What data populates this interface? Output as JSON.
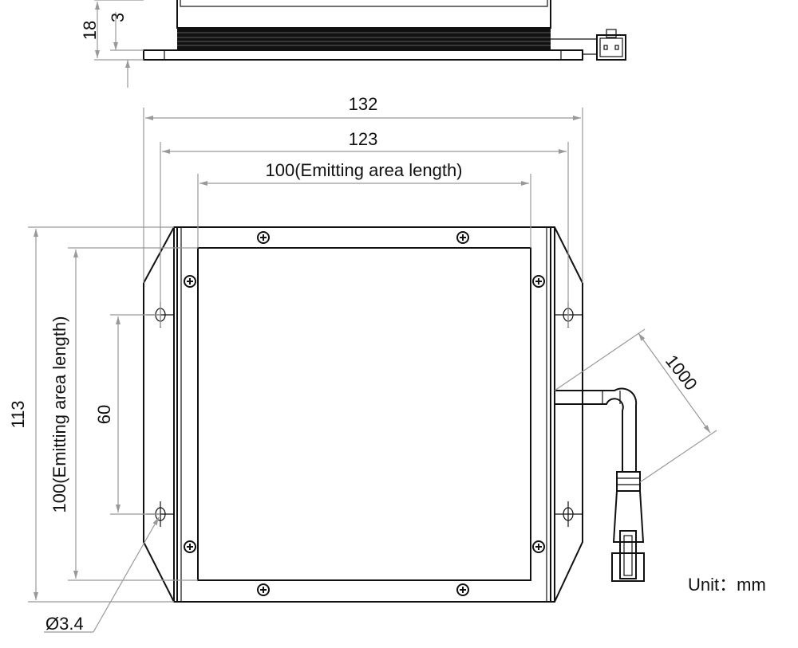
{
  "drawing": {
    "side_view": {
      "height_total": "18",
      "flange_thickness": "3"
    },
    "front_view": {
      "width_overall": "132",
      "hole_pitch_horizontal": "123",
      "emitting_width": "100(Emitting area length)",
      "height_overall": "113",
      "emitting_height": "100(Emitting area length)",
      "hole_pitch_vertical": "60",
      "hole_diameter": "Ø3.4",
      "cable_length": "1000"
    },
    "unit_label": "Unit：mm",
    "colors": {
      "line": "#111111",
      "dimension": "#999999"
    }
  }
}
